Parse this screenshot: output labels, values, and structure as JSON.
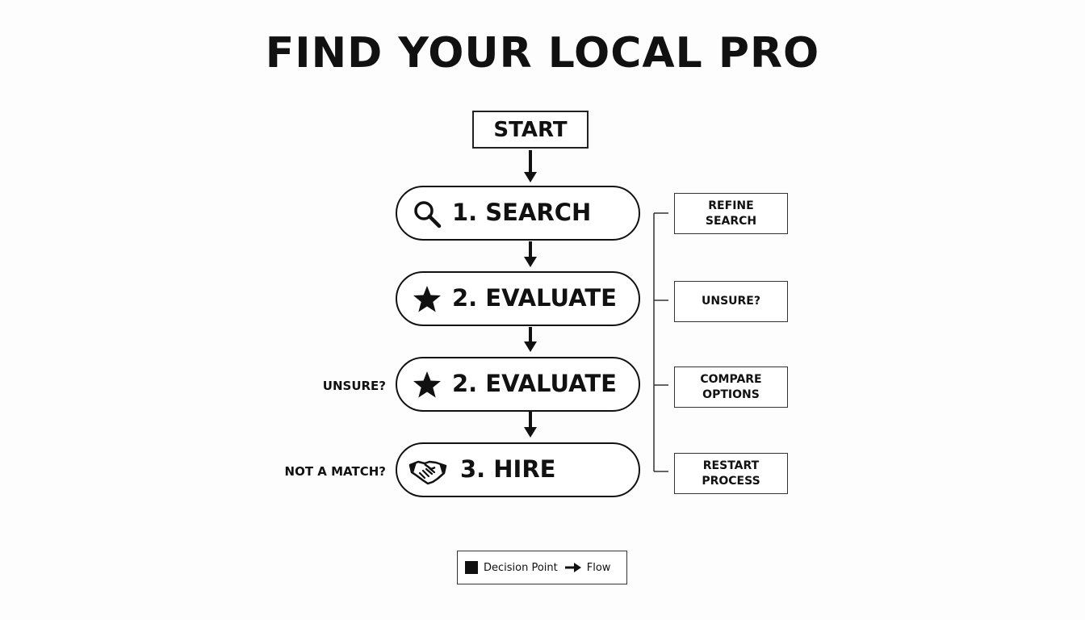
{
  "title": "FIND YOUR LOCAL PRO",
  "start_label": "START",
  "steps": [
    {
      "label": "1. SEARCH",
      "icon": "search-icon"
    },
    {
      "label": "2. EVALUATE",
      "icon": "star-icon"
    },
    {
      "label": "2. EVALUATE",
      "icon": "star-icon"
    },
    {
      "label": "3. HIRE",
      "icon": "handshake-icon"
    }
  ],
  "side_labels": [
    "UNSURE?",
    "NOT A MATCH?"
  ],
  "options": [
    "REFINE\nSEARCH",
    "UNSURE?",
    "COMPARE\nOPTIONS",
    "RESTART\nPROCESS"
  ],
  "legend": {
    "decision_point": "Decision Point",
    "flow": "Flow"
  }
}
